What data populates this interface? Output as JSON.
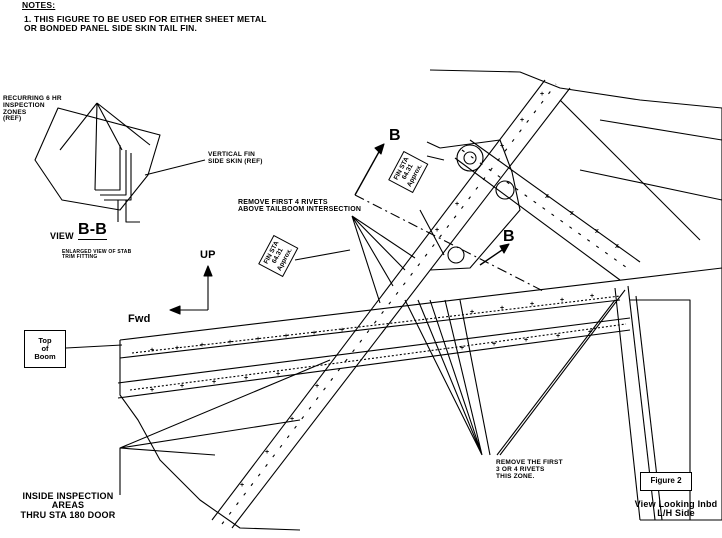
{
  "notes": {
    "heading": "Notes:",
    "note_1": "1. This figure to be used for either sheet metal\n   or bonded panel side skin tail fin."
  },
  "view_bb": {
    "zones_label": "Recurring 6 HR\nInspection\nZones\n(Ref)",
    "vertical_fin_label": "Vertical Fin\nSide Skin (Ref)",
    "view_word": "View",
    "view_letters": "B-B",
    "enlarged_label": "Enlarged View of Stab\nTrim Fitting"
  },
  "section_marks": {
    "upper": "B",
    "lower": "B"
  },
  "remove_rivets_callout": "Remove First 4 Rivets\nAbove Tailboom Intersection",
  "fin_sta_tags": {
    "upper": "FIN STA\n64.31\nApprox.",
    "lower": "FIN STA\n64.31\nApprox."
  },
  "directions": {
    "up": "UP",
    "fwd": "Fwd"
  },
  "top_of_boom": "Top\nof\nBoom",
  "inside_inspection": "Inside Inspection\nAreas\nThru STA 180 Door",
  "remove_zone_callout": "Remove the first\n3 or 4 rivets\nthis zone.",
  "figure": {
    "number": "Figure 2",
    "view_caption": "View Looking Inbd\nL/H Side"
  }
}
